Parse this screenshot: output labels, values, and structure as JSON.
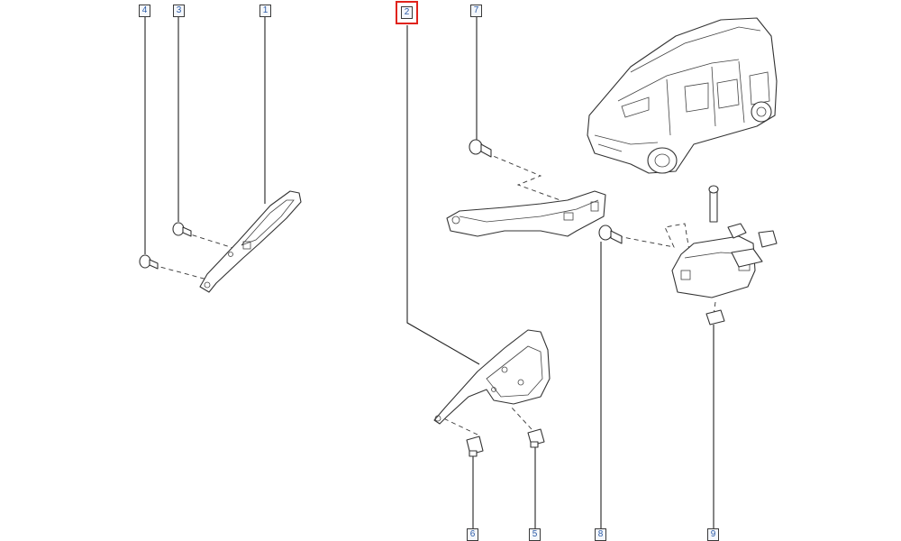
{
  "callouts": [
    {
      "id": "c4",
      "label": "4"
    },
    {
      "id": "c3",
      "label": "3"
    },
    {
      "id": "c1",
      "label": "1"
    },
    {
      "id": "c2",
      "label": "2"
    },
    {
      "id": "c7",
      "label": "7"
    },
    {
      "id": "c6",
      "label": "6"
    },
    {
      "id": "c5",
      "label": "5"
    },
    {
      "id": "c8",
      "label": "8"
    },
    {
      "id": "c9",
      "label": "9"
    }
  ],
  "highlighted_callout": "2",
  "colors": {
    "highlight": "#e0231b",
    "callout_text": "#2b5aa6",
    "line": "#222222"
  }
}
